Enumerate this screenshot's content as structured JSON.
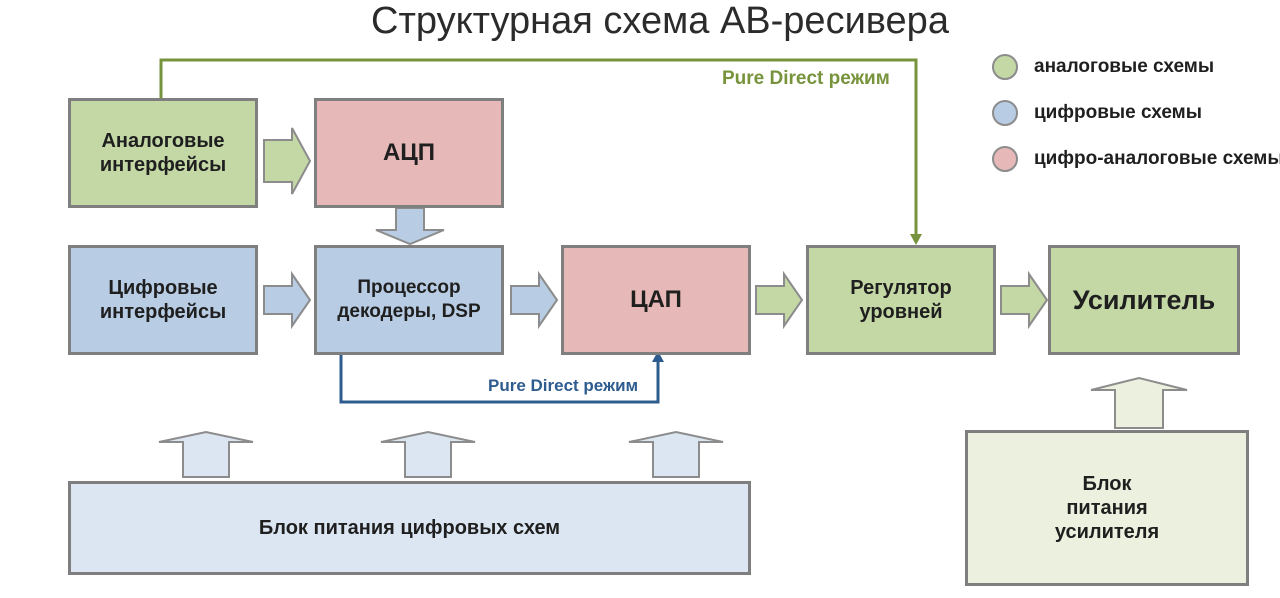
{
  "title": "Структурная схема АВ-ресивера",
  "legend": [
    {
      "label": "аналоговые схемы",
      "color": "#c4d8a6"
    },
    {
      "label": "цифровые схемы",
      "color": "#b8cce4"
    },
    {
      "label": "цифро-аналоговые схемы",
      "color": "#e6b8b7"
    }
  ],
  "blocks": {
    "analog_interfaces": [
      "Аналоговые",
      "интерфейсы"
    ],
    "adc": "АЦП",
    "digital_interfaces": [
      "Цифровые",
      "интерфейсы"
    ],
    "processor": [
      "Процессор",
      "декодеры, DSP"
    ],
    "dac": "ЦАП",
    "level_control": [
      "Регулятор",
      "уровней"
    ],
    "amplifier": "Усилитель",
    "digital_psu": "Блок питания цифровых схем",
    "amp_psu": [
      "Блок",
      "питания",
      "усилителя"
    ]
  },
  "links": {
    "pure_direct_top": "Pure Direct режим",
    "pure_direct_bottom": "Pure Direct режим"
  },
  "colors": {
    "analog": "#c4d8a6",
    "digital": "#b8cce4",
    "mixed": "#e6b8b7",
    "line_green": "#77933c",
    "line_blue": "#2f5c8f"
  }
}
